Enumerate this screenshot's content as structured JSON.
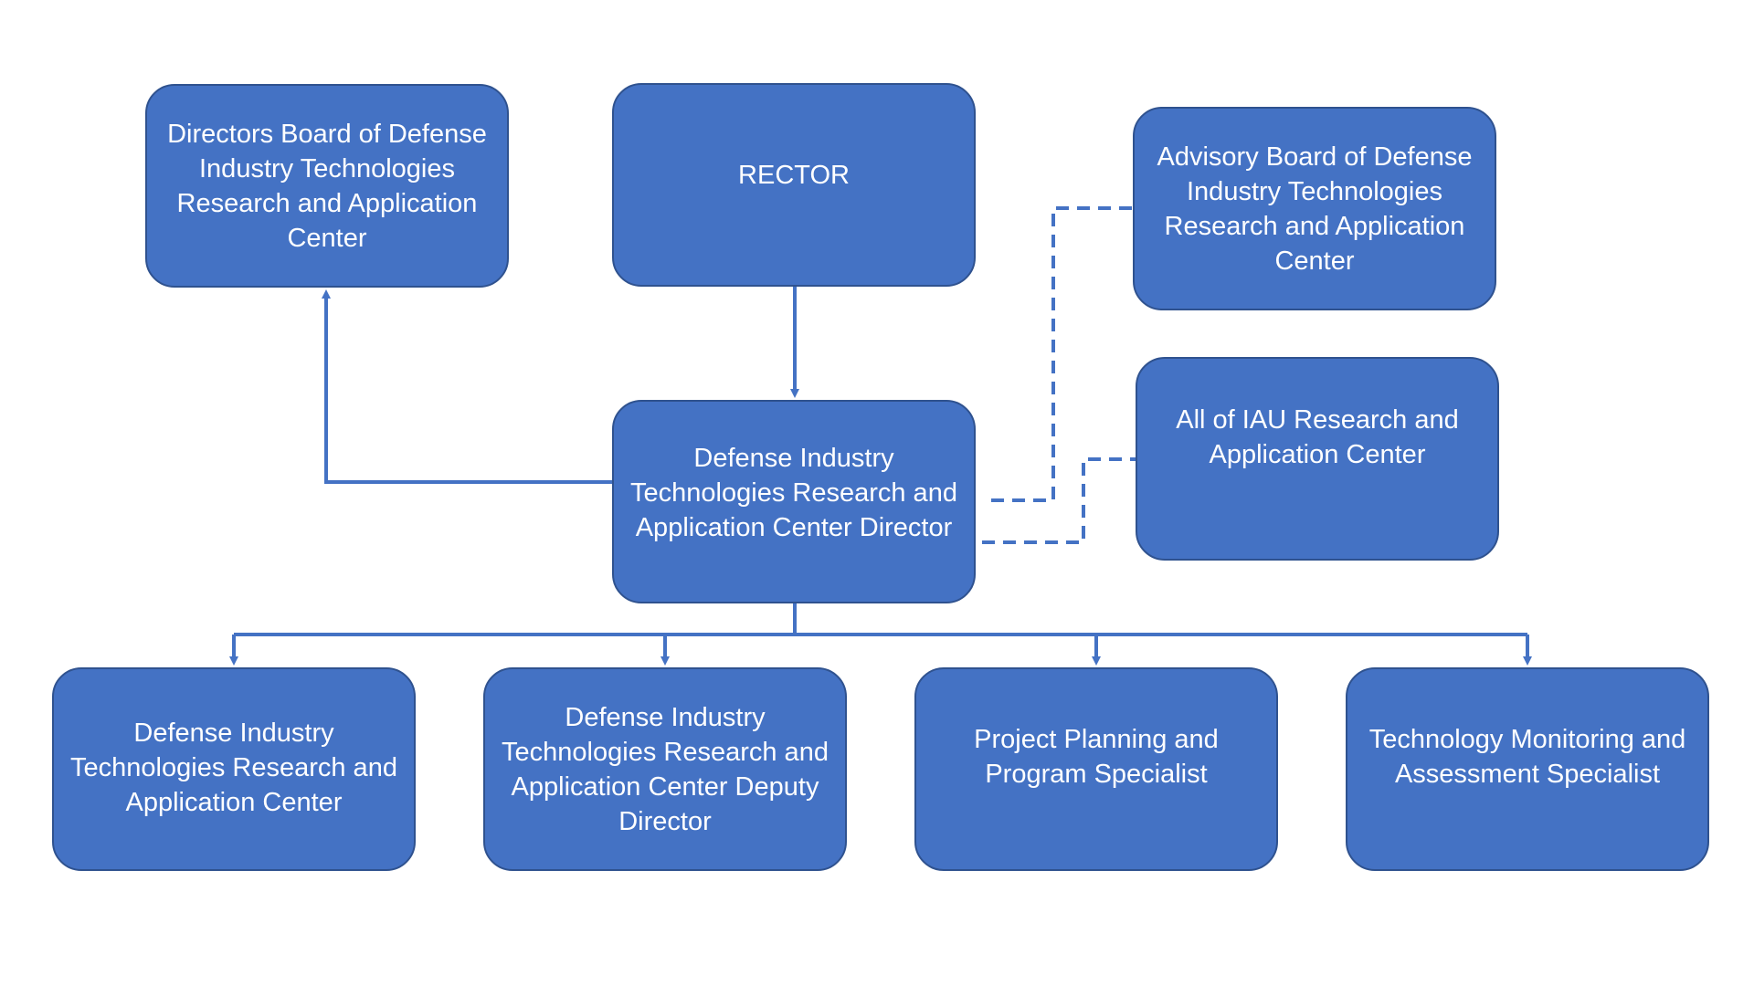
{
  "diagram": {
    "colors": {
      "node_fill": "#4472C4",
      "node_border": "#2F528F",
      "text": "#FFFFFF",
      "connector": "#4472C4",
      "background": "#FFFFFF"
    },
    "nodes": {
      "directors_board": "Directors Board of Defense Industry Technologies Research and Application Center",
      "rector": "RECTOR",
      "advisory_board": "Advisory Board of Defense Industry Technologies Research and Application Center",
      "center_director": "Defense Industry Technologies Research and Application Center Director",
      "iau_centers": "All of IAU Research and Application Center",
      "center": "Defense Industry Technologies Research and Application Center",
      "deputy_director": "Defense Industry Technologies Research and Application Center Deputy Director",
      "planning_specialist": "Project Planning and Program Specialist",
      "monitoring_specialist": "Technology Monitoring and Assessment Specialist"
    },
    "edges": [
      {
        "from": "rector",
        "to": "center_director",
        "style": "solid"
      },
      {
        "from": "center_director",
        "to": "directors_board",
        "style": "solid"
      },
      {
        "from": "center_director",
        "to": "advisory_board",
        "style": "dashed"
      },
      {
        "from": "center_director",
        "to": "iau_centers",
        "style": "dashed"
      },
      {
        "from": "center_director",
        "to": "center",
        "style": "solid"
      },
      {
        "from": "center_director",
        "to": "deputy_director",
        "style": "solid"
      },
      {
        "from": "center_director",
        "to": "planning_specialist",
        "style": "solid"
      },
      {
        "from": "center_director",
        "to": "monitoring_specialist",
        "style": "solid"
      }
    ]
  }
}
